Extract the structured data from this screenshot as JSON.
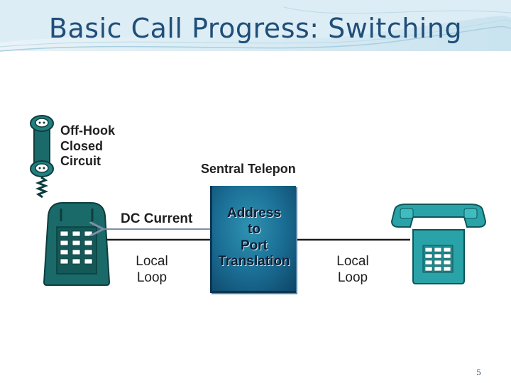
{
  "slide": {
    "title": "Basic Call Progress: Switching",
    "page_number": "5"
  },
  "handset": {
    "line1": "Off-Hook",
    "line2": "Closed",
    "line3": "Circuit"
  },
  "central_office": {
    "label": "Sentral Telepon",
    "line1": "Address",
    "line2": "to",
    "line3": "Port",
    "line4": "Translation"
  },
  "left_link": {
    "current": "DC Current",
    "loop1": "Local",
    "loop2": "Loop"
  },
  "right_link": {
    "loop1": "Local",
    "loop2": "Loop"
  },
  "colors": {
    "title": "#1f4e79",
    "phone": "#1a6a6a",
    "phone_right": "#2aa3a8",
    "switch": "#1b6f96"
  }
}
